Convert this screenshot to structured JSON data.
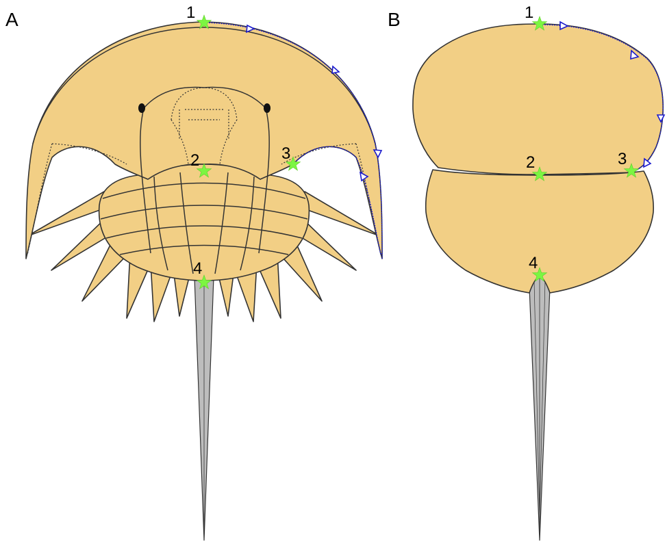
{
  "figure": {
    "panels": [
      {
        "id": "A",
        "label": "A",
        "description": "horseshoe crab outline with sliding semilandmark curve"
      },
      {
        "id": "B",
        "label": "B",
        "description": "simplified two-lobed outline with sliding semilandmark curve"
      }
    ],
    "landmarks": {
      "A": [
        "1",
        "2",
        "3",
        "4"
      ],
      "B": [
        "1",
        "2",
        "3",
        "4"
      ]
    },
    "colors": {
      "body_fill": "#f2cf85",
      "outline": "#333333",
      "telson": "#bdbdbd",
      "landmark_star": "#7cf542",
      "semilandmark_curve": "#1a1acc"
    }
  }
}
